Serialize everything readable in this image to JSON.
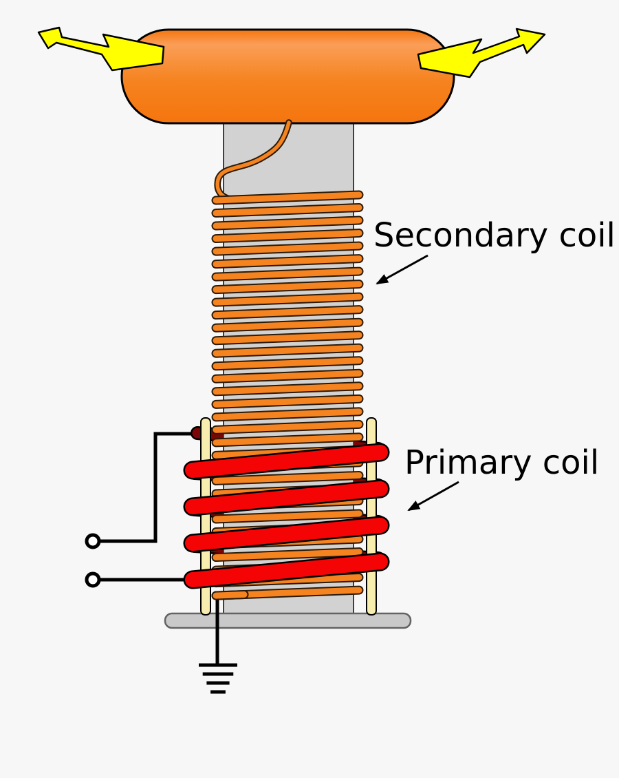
{
  "labels": {
    "secondary": "Secondary coil",
    "primary": "Primary coil"
  },
  "components": {
    "secondary_turns_visible": 32,
    "primary_turns_front": 4,
    "primary_rear_passes": 4,
    "input_terminals": 2,
    "ground_bars": 4,
    "lightning_bolts": 2
  },
  "colors": {
    "background": "#f7f7f7",
    "outline": "#000000",
    "toroid_orange": "#f5750e",
    "toroid_highlight": "#fb9e58",
    "secondary_wire": "#f5831f",
    "secondary_wire_edge": "#2b1a08",
    "primary_wire": "#f40404",
    "primary_wire_rear": "#7c0505",
    "support_post": "#f7edae",
    "core_cylinder": "#d2d2d2",
    "core_edge": "#3f3f3f",
    "base_plate": "#c9c9c9",
    "base_edge": "#636363",
    "lightning_yellow": "#ffff00",
    "wire_black": "#000000",
    "label_text": "#000000"
  }
}
